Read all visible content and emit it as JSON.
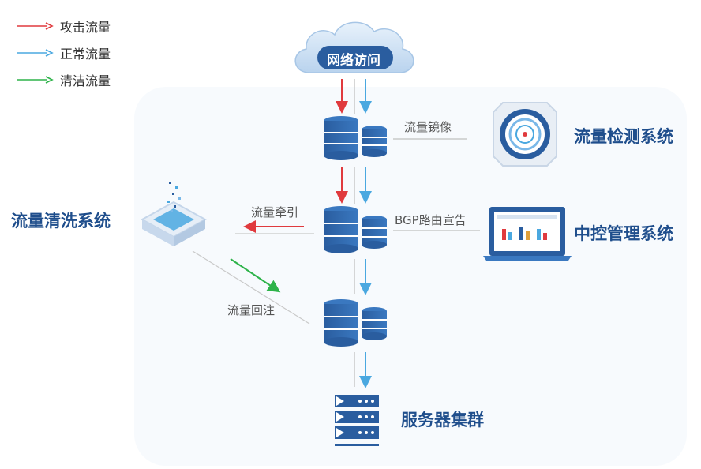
{
  "legend": [
    {
      "label": "攻击流量",
      "color": "#e03a3e"
    },
    {
      "label": "正常流量",
      "color": "#4aa8e0"
    },
    {
      "label": "清洁流量",
      "color": "#2eb34a"
    }
  ],
  "nodes": {
    "internet": "网络访问",
    "detection": "流量检测系统",
    "control": "中控管理系统",
    "cleaning": "流量清洗系统",
    "servers": "服务器集群"
  },
  "edges": {
    "mirror": "流量镜像",
    "bgp": "BGP路由宣告",
    "divert": "流量牵引",
    "reinject": "流量回注"
  },
  "colors": {
    "attack": "#e03a3e",
    "normal": "#4aa8e0",
    "clean": "#2eb34a",
    "brand": "#1f4e8c",
    "db": "#2a5d9f"
  }
}
